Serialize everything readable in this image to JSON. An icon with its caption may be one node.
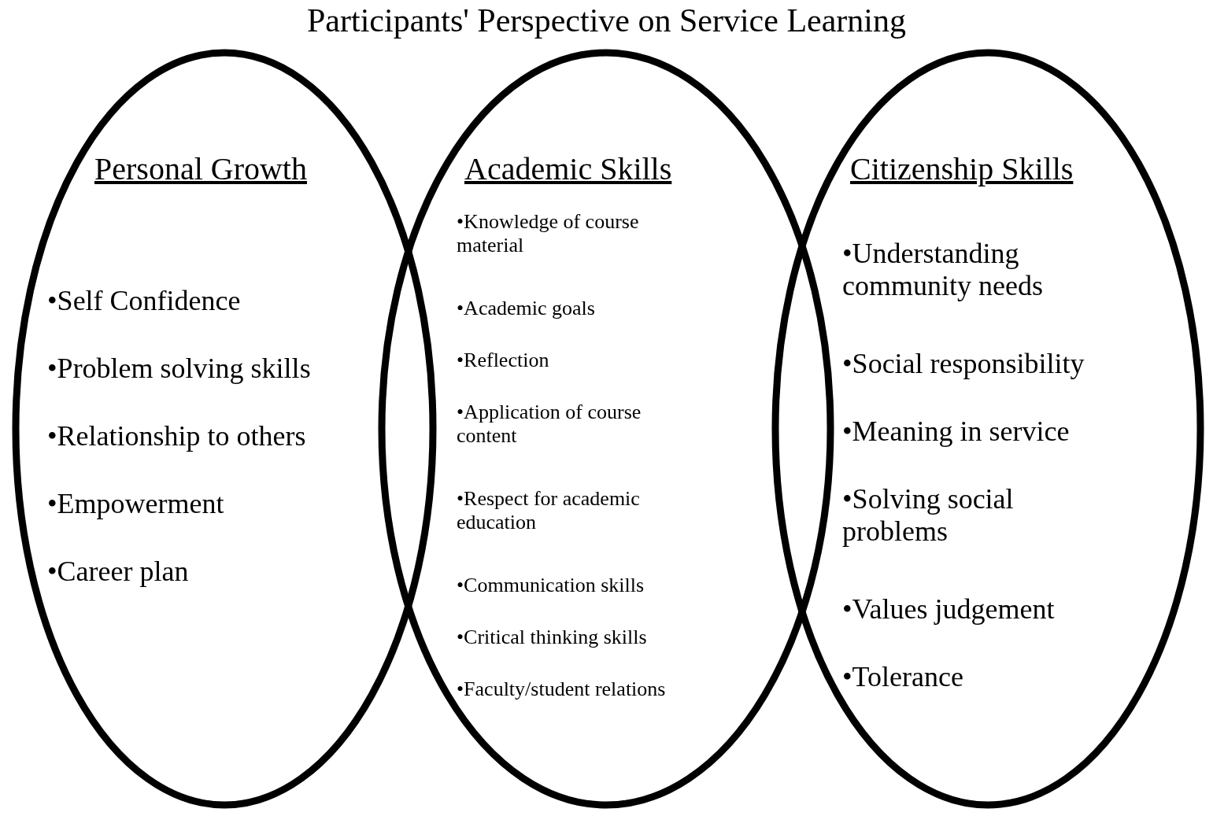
{
  "diagram": {
    "title": "Participants' Perspective on Service Learning",
    "nodes": [
      {
        "text": [
          "Personal Growth",
          "•Self Confidence",
          "•Problem solving skills",
          "•Relationship to others",
          "•Empowerment",
          "•Career plan"
        ]
      },
      {
        "text": [
          "Academic Skills",
          "•Knowledge of course material",
          "•Academic goals",
          "•Reflection",
          "•Application of course content",
          "•Respect for academic education",
          "•Communication skills",
          "•Critical thinking skills",
          "•Faculty/student relations"
        ]
      },
      {
        "text": [
          "Citizenship Skills",
          "•Understanding community needs",
          "•Social responsibility",
          "•Meaning in service",
          "•Solving social problems",
          "•Values judgement",
          "•Tolerance"
        ]
      }
    ]
  }
}
